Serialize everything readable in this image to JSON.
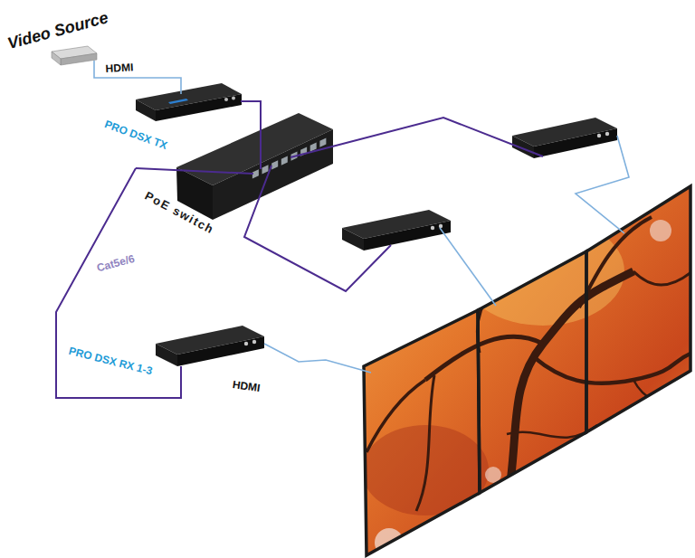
{
  "diagram": {
    "nodes": [
      {
        "text": [
          "Video Source"
        ]
      },
      {
        "text": [
          "PRO DSX TX"
        ]
      },
      {
        "text": [
          "PoE switch"
        ]
      },
      {
        "text": [
          "PRO DSX RX 1-3"
        ]
      }
    ],
    "edges": [
      {
        "from": 0,
        "to": 1,
        "arrow": "none",
        "label": "HDMI"
      },
      {
        "from": 1,
        "to": 2,
        "arrow": "none"
      },
      {
        "from": 2,
        "to": 3,
        "arrow": "none",
        "label": "Cat5e/6"
      }
    ],
    "labels": [
      "HDMI"
    ]
  }
}
